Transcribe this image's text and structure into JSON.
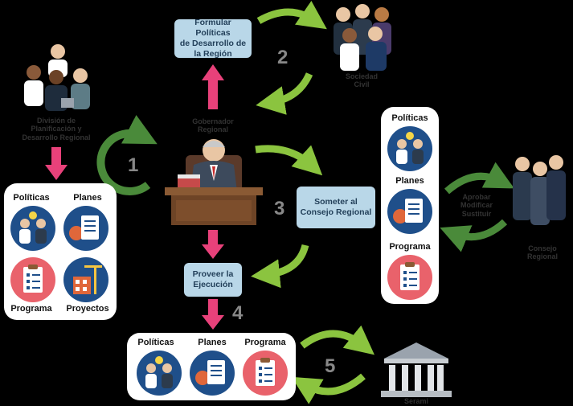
{
  "center": {
    "governor_label": "Gobernador\nRegional"
  },
  "steps": {
    "formular": "Formular Políticas\nde Desarrollo de\nla Región",
    "someter": "Someter al\nConsejo Regional",
    "proveer": "Proveer la\nEjecución"
  },
  "numbers": [
    "1",
    "2",
    "3",
    "4",
    "5"
  ],
  "actors": {
    "division": "División de\nPlanificación y\nDesarrollo Regional",
    "sociedad": "Sociedad\nCivil",
    "consejo": "Consejo\nRegional",
    "serami": "Serami"
  },
  "left_panel": {
    "items": [
      "Políticas",
      "Planes",
      "Programa",
      "Proyectos"
    ]
  },
  "right_panel": {
    "items": [
      "Políticas",
      "Planes",
      "Programa"
    ]
  },
  "bottom_panel": {
    "items": [
      "Políticas",
      "Planes",
      "Programa"
    ]
  },
  "consejo_actions": "Aprobar\nModificar\nSustituir",
  "colors": {
    "green": "#8bc43f",
    "dark_green": "#4a8a3a",
    "pink": "#e8417a",
    "box": "#b9d7e8",
    "icon_blue": "#1f4f8a",
    "icon_red": "#e9626b"
  }
}
